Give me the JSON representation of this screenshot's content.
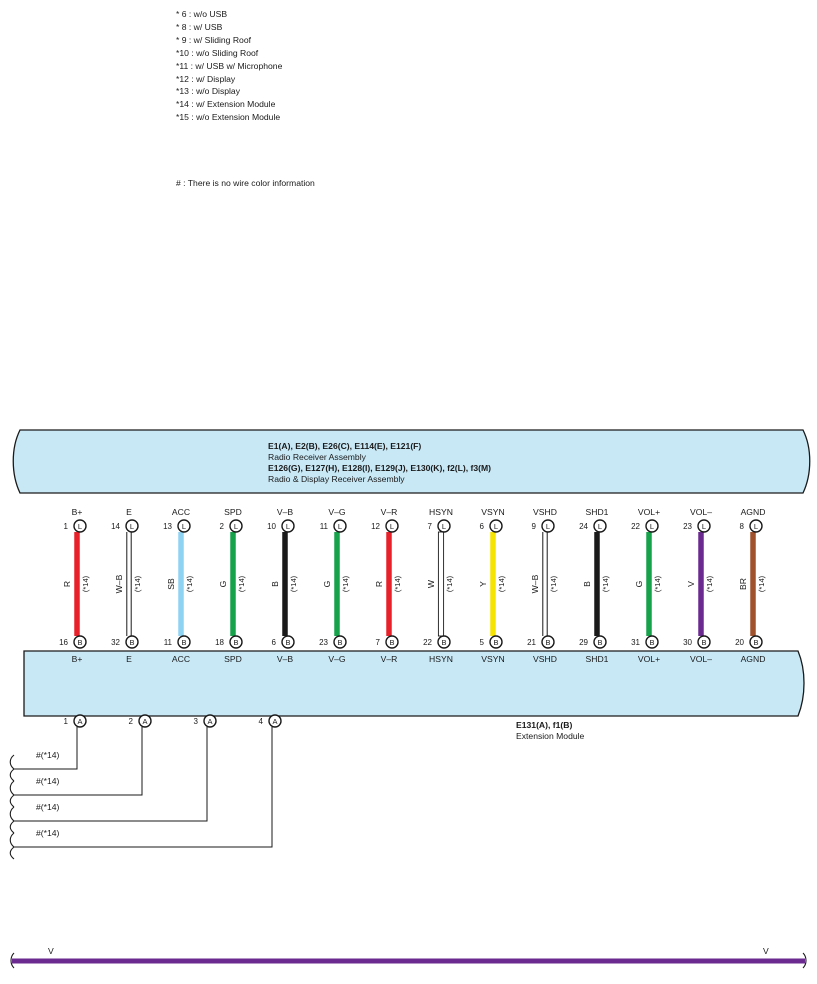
{
  "notes": [
    "* 6 : w/o USB",
    "* 8 : w/ USB",
    "* 9 : w/ Sliding Roof",
    "*10 : w/o Sliding Roof",
    "*11 : w/ USB w/ Microphone",
    "*12 : w/ Display",
    "*13 : w/o Display",
    "*14 : w/ Extension Module",
    "*15 : w/o Extension Module"
  ],
  "hash_note": "# : There is no wire color information",
  "top_connector": {
    "codes_line1": "E1(A), E2(B), E26(C), E114(E), E121(F)",
    "name_line1": "Radio Receiver Assembly",
    "codes_line2": "E126(G), E127(H), E128(I), E129(J), E130(K), f2(L), f3(M)",
    "name_line2": "Radio & Display Receiver Assembly"
  },
  "bottom_connector": {
    "codes": "E131(A), f1(B)",
    "name": "Extension Module"
  },
  "condition": "(*14)",
  "wires": [
    {
      "top_term": "B+",
      "top_pin": "1",
      "top_conn": "L",
      "color": "R",
      "hex": "#e8202a",
      "double": false,
      "bot_pin": "16",
      "bot_conn": "B",
      "bot_term": "B+"
    },
    {
      "top_term": "E",
      "top_pin": "14",
      "top_conn": "L",
      "color": "W-B",
      "hex": "#ffffff",
      "double": true,
      "bot_pin": "32",
      "bot_conn": "B",
      "bot_term": "E"
    },
    {
      "top_term": "ACC",
      "top_pin": "13",
      "top_conn": "L",
      "color": "SB",
      "hex": "#8fd3f3",
      "double": false,
      "bot_pin": "11",
      "bot_conn": "B",
      "bot_term": "ACC"
    },
    {
      "top_term": "SPD",
      "top_pin": "2",
      "top_conn": "L",
      "color": "G",
      "hex": "#16a24a",
      "double": false,
      "bot_pin": "18",
      "bot_conn": "B",
      "bot_term": "SPD"
    },
    {
      "top_term": "V-B",
      "top_pin": "10",
      "top_conn": "L",
      "color": "B",
      "hex": "#1a1a1a",
      "double": false,
      "bot_pin": "6",
      "bot_conn": "B",
      "bot_term": "V-B"
    },
    {
      "top_term": "V-G",
      "top_pin": "11",
      "top_conn": "L",
      "color": "G",
      "hex": "#16a24a",
      "double": false,
      "bot_pin": "23",
      "bot_conn": "B",
      "bot_term": "V-G"
    },
    {
      "top_term": "V-R",
      "top_pin": "12",
      "top_conn": "L",
      "color": "R",
      "hex": "#e8202a",
      "double": false,
      "bot_pin": "7",
      "bot_conn": "B",
      "bot_term": "V-R"
    },
    {
      "top_term": "HSYN",
      "top_pin": "7",
      "top_conn": "L",
      "color": "W",
      "hex": "#ffffff",
      "double": false,
      "bot_pin": "22",
      "bot_conn": "B",
      "bot_term": "HSYN"
    },
    {
      "top_term": "VSYN",
      "top_pin": "6",
      "top_conn": "L",
      "color": "Y",
      "hex": "#f5e400",
      "double": false,
      "bot_pin": "5",
      "bot_conn": "B",
      "bot_term": "VSYN"
    },
    {
      "top_term": "VSHD",
      "top_pin": "9",
      "top_conn": "L",
      "color": "W-B",
      "hex": "#ffffff",
      "double": true,
      "bot_pin": "21",
      "bot_conn": "B",
      "bot_term": "VSHD"
    },
    {
      "top_term": "SHD1",
      "top_pin": "24",
      "top_conn": "L",
      "color": "B",
      "hex": "#1a1a1a",
      "double": false,
      "bot_pin": "29",
      "bot_conn": "B",
      "bot_term": "SHD1"
    },
    {
      "top_term": "VOL+",
      "top_pin": "22",
      "top_conn": "L",
      "color": "G",
      "hex": "#16a24a",
      "double": false,
      "bot_pin": "31",
      "bot_conn": "B",
      "bot_term": "VOL+"
    },
    {
      "top_term": "VOL-",
      "top_pin": "23",
      "top_conn": "L",
      "color": "V",
      "hex": "#6a2a8f",
      "double": false,
      "bot_pin": "30",
      "bot_conn": "B",
      "bot_term": "VOL-"
    },
    {
      "top_term": "AGND",
      "top_pin": "8",
      "top_conn": "L",
      "color": "BR",
      "hex": "#a0522d",
      "double": false,
      "bot_pin": "20",
      "bot_conn": "B",
      "bot_term": "AGND"
    }
  ],
  "lower_pins": [
    {
      "pin": "1",
      "conn": "A",
      "label": "#(*14)"
    },
    {
      "pin": "2",
      "conn": "A",
      "label": "#(*14)"
    },
    {
      "pin": "3",
      "conn": "A",
      "label": "#(*14)"
    },
    {
      "pin": "4",
      "conn": "A",
      "label": "#(*14)"
    }
  ],
  "bottom_wire": {
    "left_label": "V",
    "right_label": "V",
    "hex": "#6a2a8f"
  },
  "colors": {
    "box_fill": "#c8e8f6",
    "outline": "#1a1a1a"
  }
}
